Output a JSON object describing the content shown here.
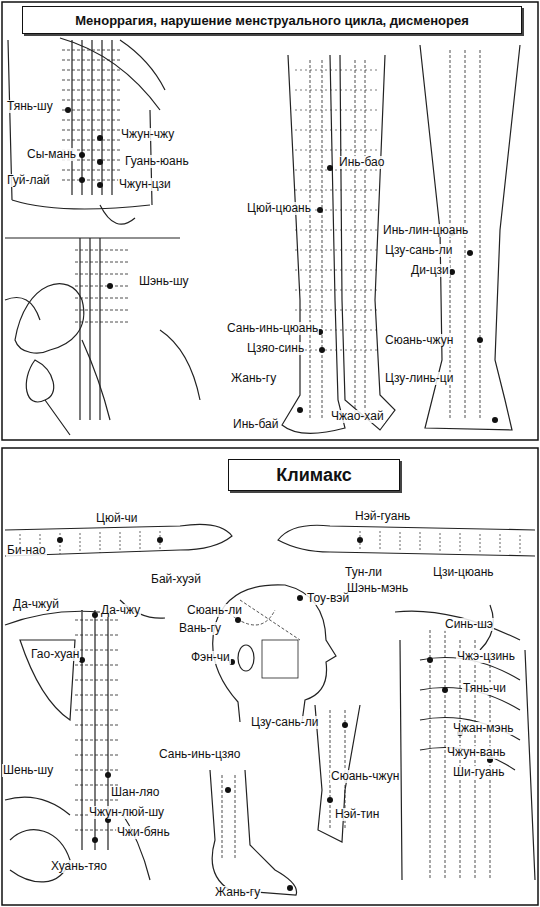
{
  "diagram": {
    "nodes": [
      {
        "text": [
          "Меноррагия, нарушение менструального цикла, дисменорея"
        ]
      },
      {
        "text": [
          "Климакс"
        ]
      }
    ],
    "labels": [
      "Тянь-шу",
      "Чжун-чжу",
      "Сы-мань",
      "Гуань-юань",
      "Гуй-лай",
      "Чжун-цзи",
      "Шэнь-шу",
      "Инь-бао",
      "Цюй-цюань",
      "Сань-инь-цюань",
      "Цзяо-синь",
      "Жань-гу",
      "Инь-бай",
      "Чжао-хай",
      "Инь-лин-цюань",
      "Цзу-сань-ли",
      "Ди-цзи",
      "Сюань-чжун",
      "Цзу-линь-ци",
      "Цюй-чи",
      "Би-нао",
      "Нэй-гуань",
      "Тун-ли",
      "Шэнь-мэнь",
      "Цзи-цюань",
      "Бай-хуэй",
      "Тоу-вэй",
      "Сюань-ли",
      "Вань-гу",
      "Фэн-чи",
      "Да-чжуй",
      "Да-чжу",
      "Гао-хуан",
      "Шень-шу",
      "Шан-ляо",
      "Чжун-люй-шу",
      "Чжи-бянь",
      "Хуань-тяо",
      "Цзу-сань-ли",
      "Сань-инь-цзяо",
      "Сюань-чжун",
      "Нэй-тин",
      "Жань-гу",
      "Синь-шэ",
      "Чжэ-цзинь",
      "Тянь-чи",
      "Чжан-мэнь",
      "Чжун-вань",
      "Ши-гуань"
    ]
  }
}
